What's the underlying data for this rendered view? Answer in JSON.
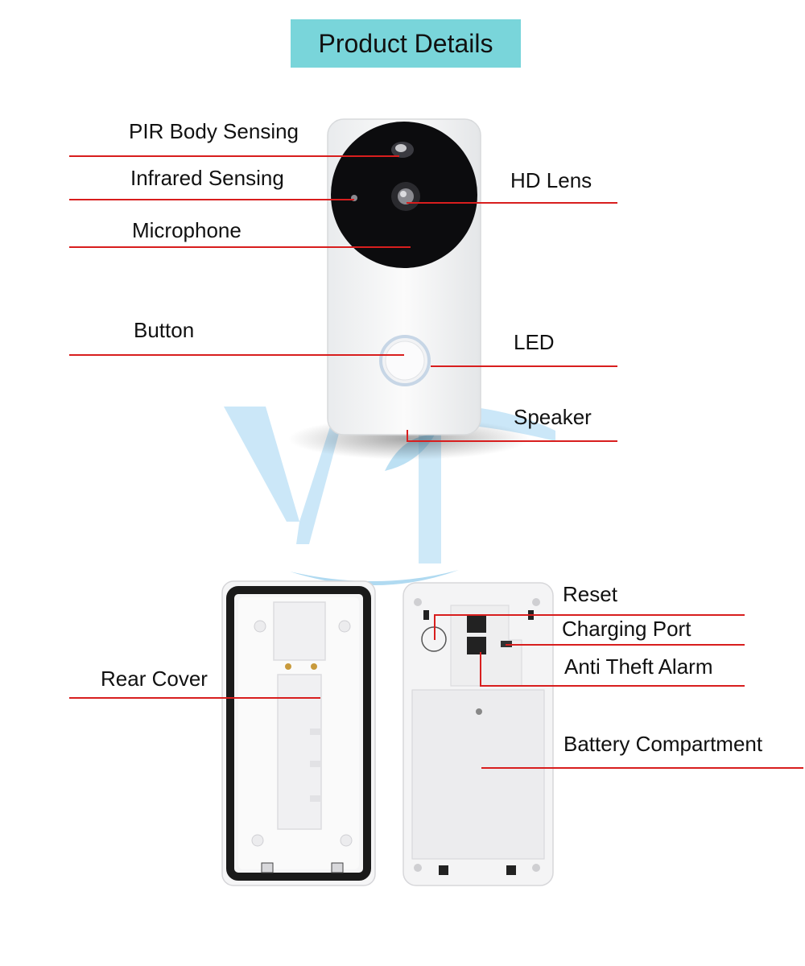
{
  "header": {
    "title": "Product Details"
  },
  "front_labels": {
    "pir": "PIR Body Sensing",
    "infrared": "Infrared Sensing",
    "microphone": "Microphone",
    "button": "Button",
    "hd_lens": "HD Lens",
    "led": "LED",
    "speaker": "Speaker"
  },
  "back_labels": {
    "rear_cover": "Rear Cover",
    "reset": "Reset",
    "charging_port": "Charging Port",
    "anti_theft": "Anti Theft Alarm",
    "battery": "Battery Compartment"
  },
  "colors": {
    "title_bg": "#79d5da",
    "callout_line": "#d81e1e",
    "watermark": "#b9dff5"
  },
  "icons": {
    "doorbell_front": "doorbell-front-icon",
    "rear_cover": "rear-cover-icon",
    "back_panel": "back-panel-icon",
    "watermark": "watermark-logo-icon"
  }
}
